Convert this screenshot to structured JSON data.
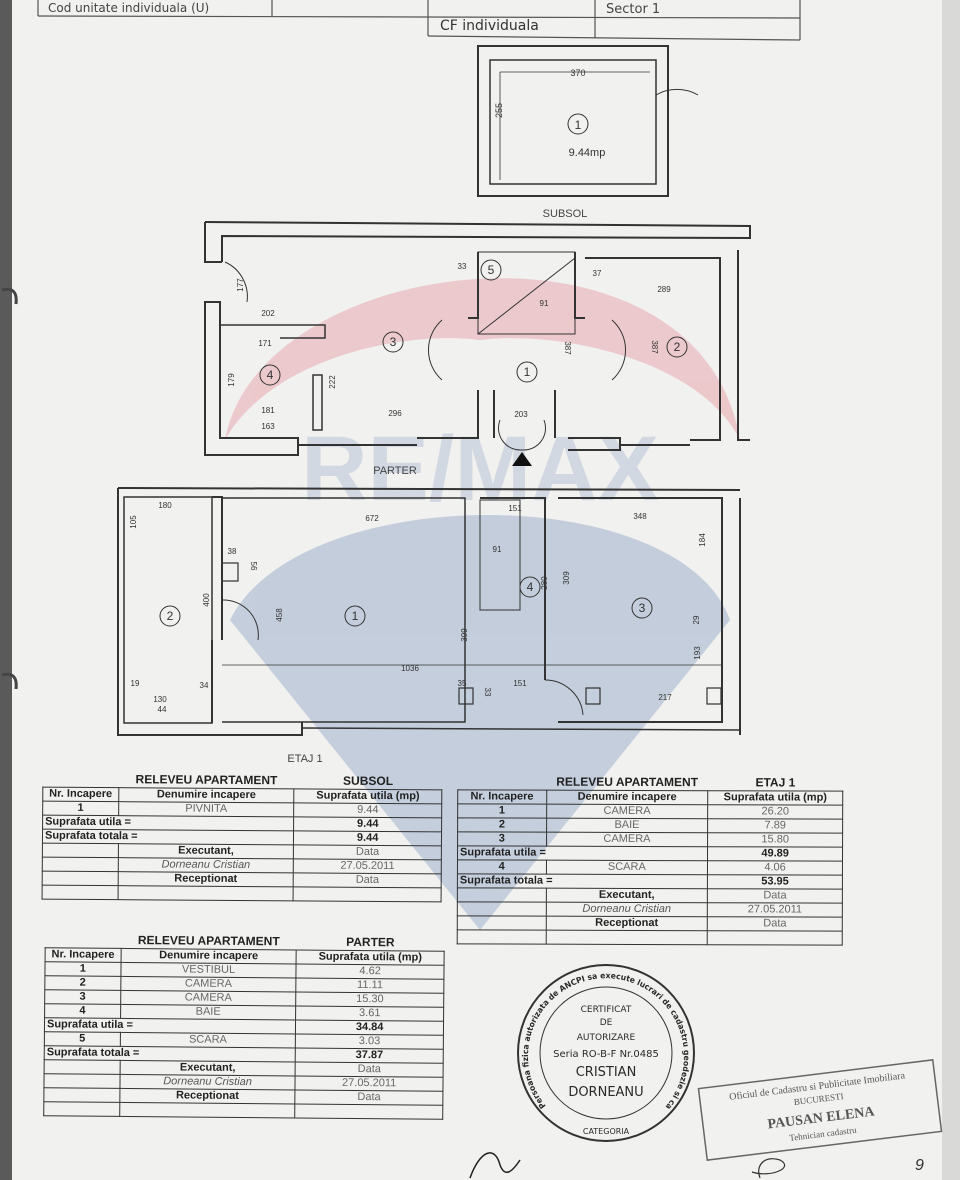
{
  "header_table": {
    "cells": [
      "Cod unitate individuala (U)",
      "CF individuala",
      "Sector 1"
    ]
  },
  "plans": {
    "subsol": {
      "label": "SUBSOL",
      "room": "1",
      "area": "9.44mp",
      "dims": [
        "370",
        "255"
      ]
    },
    "parter": {
      "label": "PARTER",
      "rooms": [
        "1",
        "2",
        "3",
        "4",
        "5"
      ],
      "dims": [
        "177",
        "202",
        "171",
        "179",
        "181",
        "163",
        "222",
        "296",
        "203",
        "33",
        "37",
        "91",
        "387",
        "289",
        "387"
      ]
    },
    "etaj": {
      "label": "ETAJ 1",
      "rooms": [
        "1",
        "2",
        "3",
        "4"
      ],
      "dims": [
        "180",
        "105",
        "672",
        "151",
        "348",
        "38",
        "56",
        "400",
        "458",
        "91",
        "280",
        "309",
        "184",
        "29",
        "399",
        "1036",
        "35",
        "33",
        "151",
        "217",
        "193",
        "130",
        "44",
        "34",
        "19"
      ]
    }
  },
  "tables": {
    "subsol": {
      "title": "RELEVEU APARTAMENT",
      "level": "SUBSOL",
      "columns": [
        "Nr. Incapere",
        "Denumire incapere",
        "Suprafata utila (mp)"
      ],
      "rows": [
        {
          "nr": "1",
          "name": "PIVNITA",
          "value": "9.44"
        },
        {
          "label": "Suprafata utila =",
          "value": "9.44"
        },
        {
          "label": "Suprafata totala =",
          "value": "9.44"
        },
        {
          "nr": "",
          "name": "Executant,",
          "value": "Data",
          "bold": true
        },
        {
          "nr": "",
          "name": "Dorneanu Cristian",
          "value": "27.05.2011",
          "italic": true
        },
        {
          "nr": "",
          "name": "Receptionat",
          "value": "Data",
          "bold": true
        },
        {
          "nr": "",
          "name": "",
          "value": ""
        }
      ]
    },
    "etaj": {
      "title": "RELEVEU APARTAMENT",
      "level": "ETAJ 1",
      "columns": [
        "Nr. Incapere",
        "Denumire incapere",
        "Suprafata utila (mp)"
      ],
      "rows": [
        {
          "nr": "1",
          "name": "CAMERA",
          "value": "26.20"
        },
        {
          "nr": "2",
          "name": "BAIE",
          "value": "7.89"
        },
        {
          "nr": "3",
          "name": "CAMERA",
          "value": "15.80"
        },
        {
          "label": "Suprafata utila =",
          "value": "49.89"
        },
        {
          "nr": "4",
          "name": "SCARA",
          "value": "4.06"
        },
        {
          "label": "Suprafata totala =",
          "value": "53.95"
        },
        {
          "nr": "",
          "name": "Executant,",
          "value": "Data",
          "bold": true
        },
        {
          "nr": "",
          "name": "Dorneanu Cristian",
          "value": "27.05.2011",
          "italic": true
        },
        {
          "nr": "",
          "name": "Receptionat",
          "value": "Data",
          "bold": true
        },
        {
          "nr": "",
          "name": "",
          "value": ""
        }
      ]
    },
    "parter": {
      "title": "RELEVEU APARTAMENT",
      "level": "PARTER",
      "columns": [
        "Nr. Incapere",
        "Denumire incapere",
        "Suprafata utila (mp)"
      ],
      "rows": [
        {
          "nr": "1",
          "name": "VESTIBUL",
          "value": "4.62"
        },
        {
          "nr": "2",
          "name": "CAMERA",
          "value": "11.11"
        },
        {
          "nr": "3",
          "name": "CAMERA",
          "value": "15.30"
        },
        {
          "nr": "4",
          "name": "BAIE",
          "value": "3.61"
        },
        {
          "label": "Suprafata utila =",
          "value": "34.84"
        },
        {
          "nr": "5",
          "name": "SCARA",
          "value": "3.03"
        },
        {
          "label": "Suprafata totala =",
          "value": "37.87"
        },
        {
          "nr": "",
          "name": "Executant,",
          "value": "Data",
          "bold": true
        },
        {
          "nr": "",
          "name": "Dorneanu Cristian",
          "value": "27.05.2011",
          "italic": true
        },
        {
          "nr": "",
          "name": "Receptionat",
          "value": "Data",
          "bold": true
        },
        {
          "nr": "",
          "name": "",
          "value": ""
        }
      ]
    }
  },
  "stamp_round": {
    "ring_text": "Persoana fizica autorizata de ANCPI sa execute lucrari de cadastru geodezie si cartografie",
    "bottom_text": "CATEGORIA",
    "lines": [
      "CERTIFICAT",
      "DE",
      "AUTORIZARE",
      "Seria RO-B-F Nr.0485",
      "CRISTIAN",
      "DORNEANU"
    ]
  },
  "stamp_rect": {
    "lines": [
      "Oficiul de Cadastru si Publicitate Imobiliara",
      "BUCURESTI",
      "PAUSAN ELENA",
      "Tehnician cadastru"
    ]
  },
  "watermark": {
    "text": "RE/MAX",
    "colors": {
      "red": "#e8a8ae",
      "blue": "#9fb0cc"
    }
  },
  "page_mark": "9"
}
